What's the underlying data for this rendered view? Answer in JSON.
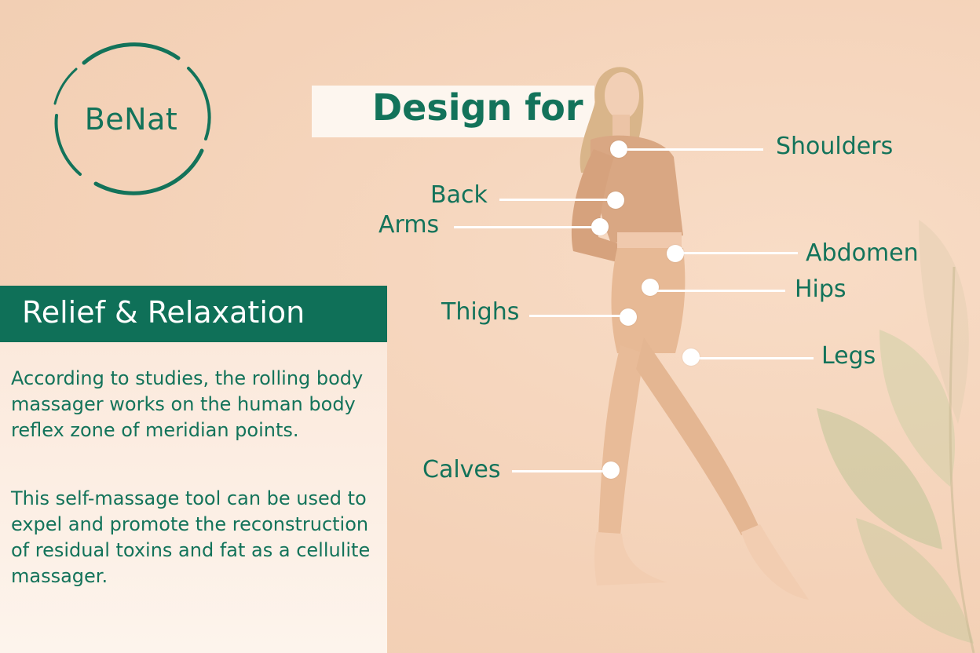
{
  "brand": {
    "name": "BeNat",
    "color": "#13735a"
  },
  "design_for": {
    "title": "Design for"
  },
  "relief": {
    "title": "Relief & Relaxation",
    "paragraphs": [
      "According to studies, the rolling body massager works on the human body reflex zone of meridian points.",
      "This self-massage tool can be used to expel and promote the reconstruction of residual toxins and fat as a cellulite massager."
    ]
  },
  "body_parts": {
    "shoulders": "Shoulders",
    "back": "Back",
    "arms": "Arms",
    "abdomen": "Abdomen",
    "hips": "Hips",
    "thighs": "Thighs",
    "legs": "Legs",
    "calves": "Calves"
  },
  "colors": {
    "accent": "#0f7058",
    "background": "#f6d9c2",
    "panel": "#fdf4ec",
    "callout": "#ffffff"
  }
}
